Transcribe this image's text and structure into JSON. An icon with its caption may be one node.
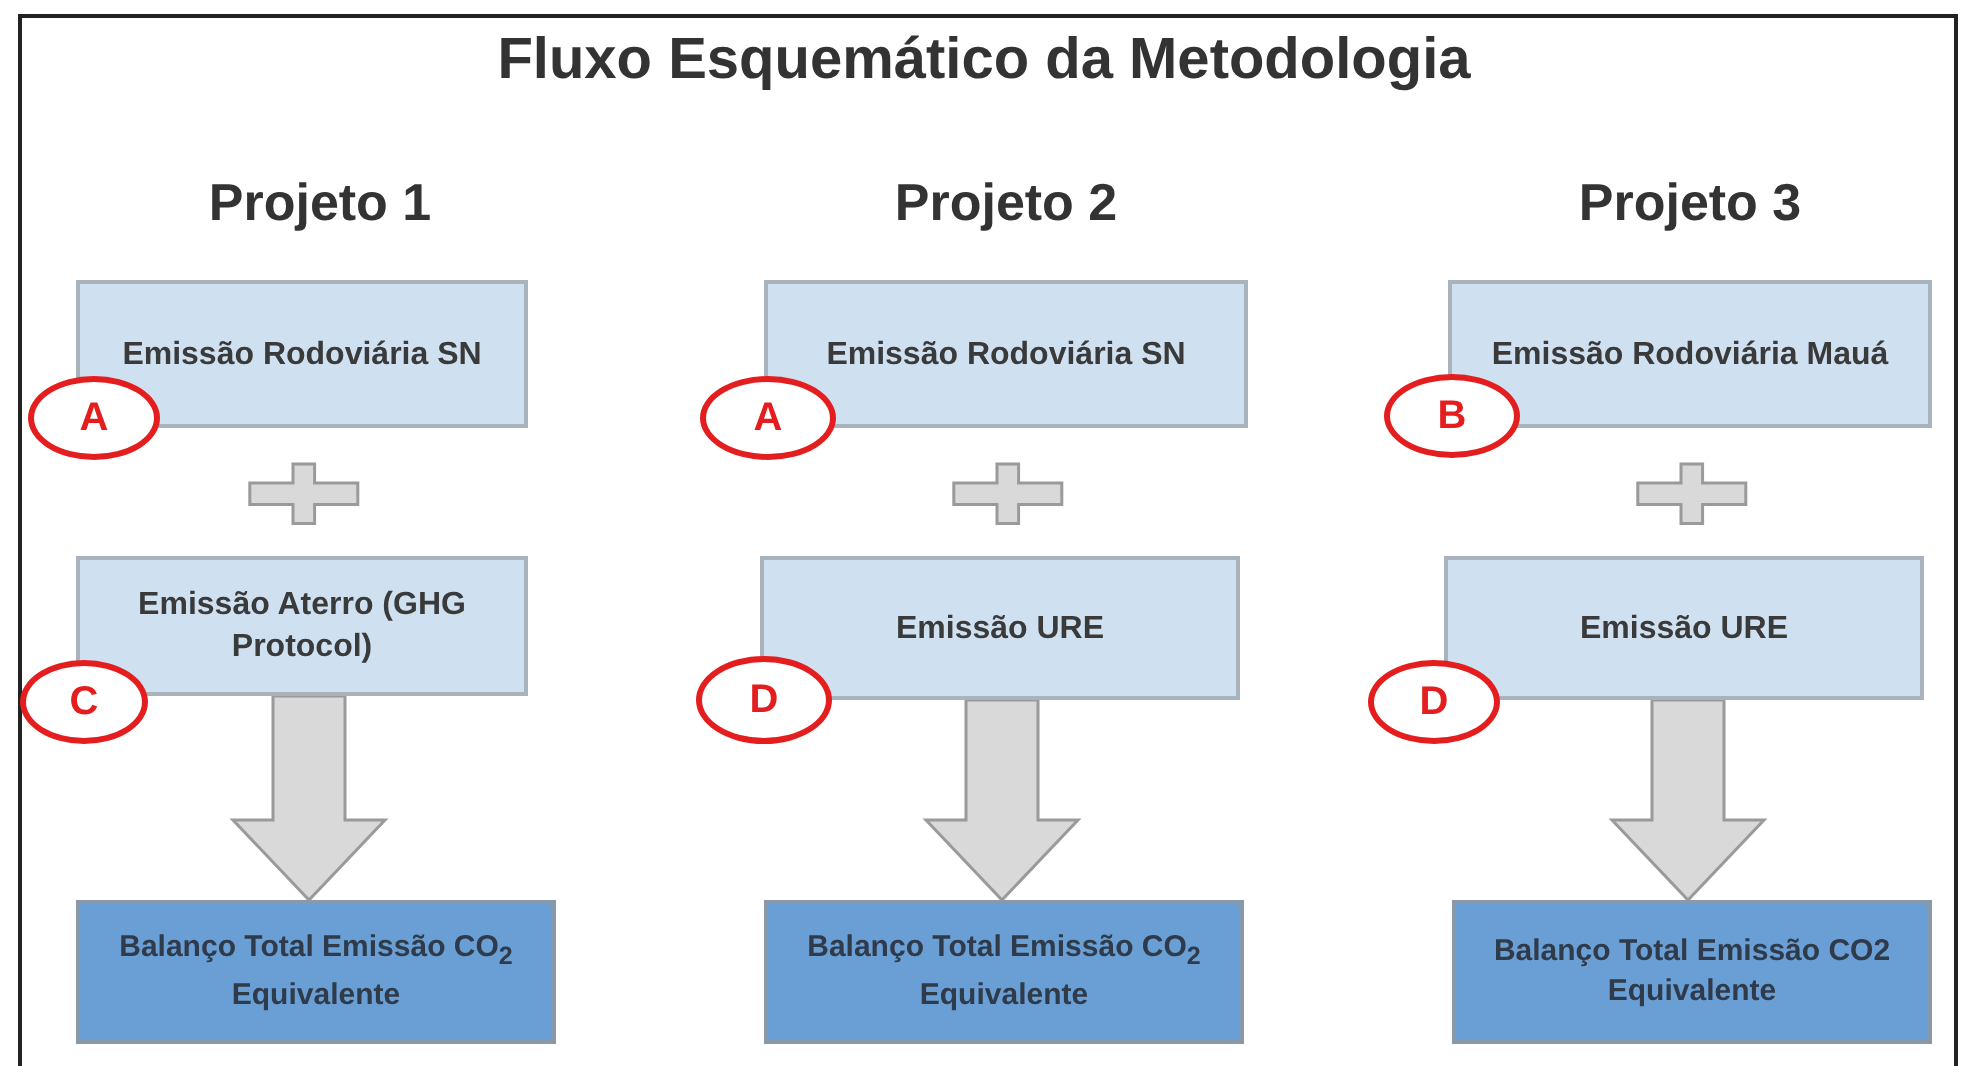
{
  "diagram": {
    "title": "Fluxo Esquemático da Metodologia",
    "nodes": [
      {
        "text": [
          "Emissão Rodoviária SN"
        ]
      },
      {
        "text": [
          "A"
        ]
      },
      {
        "text": [
          "Emissão Aterro (GHG Protocol)"
        ]
      },
      {
        "text": [
          "C"
        ]
      },
      {
        "text": [
          "Balanço Total Emissão CO$_{2}$ Equivalente"
        ]
      },
      {
        "text": [
          "Emissão Rodoviária SN"
        ]
      },
      {
        "text": [
          "A"
        ]
      },
      {
        "text": [
          "Emissão URE"
        ]
      },
      {
        "text": [
          "D"
        ]
      },
      {
        "text": [
          "Balanço Total Emissão CO$_{2}$ Equivalente"
        ]
      },
      {
        "text": [
          "Emissão Rodoviária Mauá"
        ]
      },
      {
        "text": [
          "B"
        ]
      },
      {
        "text": [
          "Emissão URE"
        ]
      },
      {
        "text": [
          "D"
        ]
      },
      {
        "text": [
          "Balanço Total Emissão CO2 Equivalente"
        ]
      }
    ],
    "edges": [
      {
        "from": 2,
        "to": 4,
        "arrow": "to",
        "style": "thick"
      },
      {
        "from": 7,
        "to": 9,
        "arrow": "to",
        "style": "thick"
      },
      {
        "from": 12,
        "to": 14,
        "arrow": "to",
        "style": "thick"
      }
    ],
    "labels": [
      "Projeto 1",
      "Projeto 2",
      "Projeto 3"
    ]
  }
}
